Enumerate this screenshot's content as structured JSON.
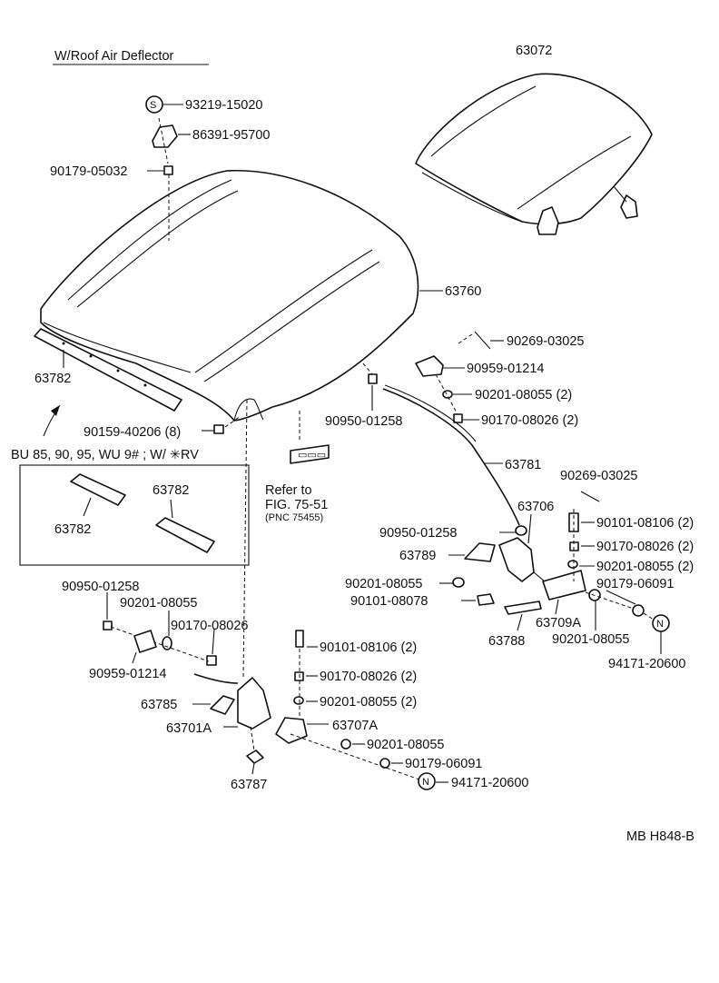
{
  "header": "W/Roof  Air  Deflector",
  "footer_code": "MB H848-B",
  "variant_box": {
    "title": "BU 85, 90, 95, WU 9# ; W/ ✳RV",
    "parts": [
      "63782",
      "63782"
    ]
  },
  "reference": {
    "line1": "Refer to",
    "line2": "FIG. 75-51",
    "line3": "(PNC 75455)"
  },
  "symbols": {
    "s": "S",
    "n": "N"
  },
  "callouts": [
    {
      "id": "c1",
      "text": "93219-15020"
    },
    {
      "id": "c2",
      "text": "86391-95700"
    },
    {
      "id": "c3",
      "text": "90179-05032"
    },
    {
      "id": "c4",
      "text": "63072"
    },
    {
      "id": "c5",
      "text": "63760"
    },
    {
      "id": "c6",
      "text": "63782"
    },
    {
      "id": "c7",
      "text": "90159-40206 (8)"
    },
    {
      "id": "c8",
      "text": "90950-01258"
    },
    {
      "id": "c9",
      "text": "90269-03025"
    },
    {
      "id": "c10",
      "text": "90959-01214"
    },
    {
      "id": "c11",
      "text": "90201-08055 (2)"
    },
    {
      "id": "c12",
      "text": "90170-08026 (2)"
    },
    {
      "id": "c13",
      "text": "63781"
    },
    {
      "id": "c14",
      "text": "90269-03025"
    },
    {
      "id": "c15",
      "text": "63706"
    },
    {
      "id": "c16",
      "text": "90101-08106 (2)"
    },
    {
      "id": "c17",
      "text": "90950-01258"
    },
    {
      "id": "c18",
      "text": "90170-08026 (2)"
    },
    {
      "id": "c19",
      "text": "63789"
    },
    {
      "id": "c20",
      "text": "90201-08055 (2)"
    },
    {
      "id": "c21",
      "text": "90201-08055"
    },
    {
      "id": "c22",
      "text": "90179-06091"
    },
    {
      "id": "c23",
      "text": "90101-08078"
    },
    {
      "id": "c24",
      "text": "63709A"
    },
    {
      "id": "c25",
      "text": "63788"
    },
    {
      "id": "c26",
      "text": "90201-08055"
    },
    {
      "id": "c27",
      "text": "94171-20600"
    },
    {
      "id": "c28",
      "text": "90950-01258"
    },
    {
      "id": "c29",
      "text": "90201-08055"
    },
    {
      "id": "c30",
      "text": "90170-08026"
    },
    {
      "id": "c31",
      "text": "90959-01214"
    },
    {
      "id": "c32",
      "text": "90101-08106 (2)"
    },
    {
      "id": "c33",
      "text": "90170-08026 (2)"
    },
    {
      "id": "c34",
      "text": "63785"
    },
    {
      "id": "c35",
      "text": "90201-08055 (2)"
    },
    {
      "id": "c36",
      "text": "63701A"
    },
    {
      "id": "c37",
      "text": "63707A"
    },
    {
      "id": "c38",
      "text": "90201-08055"
    },
    {
      "id": "c39",
      "text": "90179-06091"
    },
    {
      "id": "c40",
      "text": "63787"
    },
    {
      "id": "c41",
      "text": "94171-20600"
    }
  ]
}
